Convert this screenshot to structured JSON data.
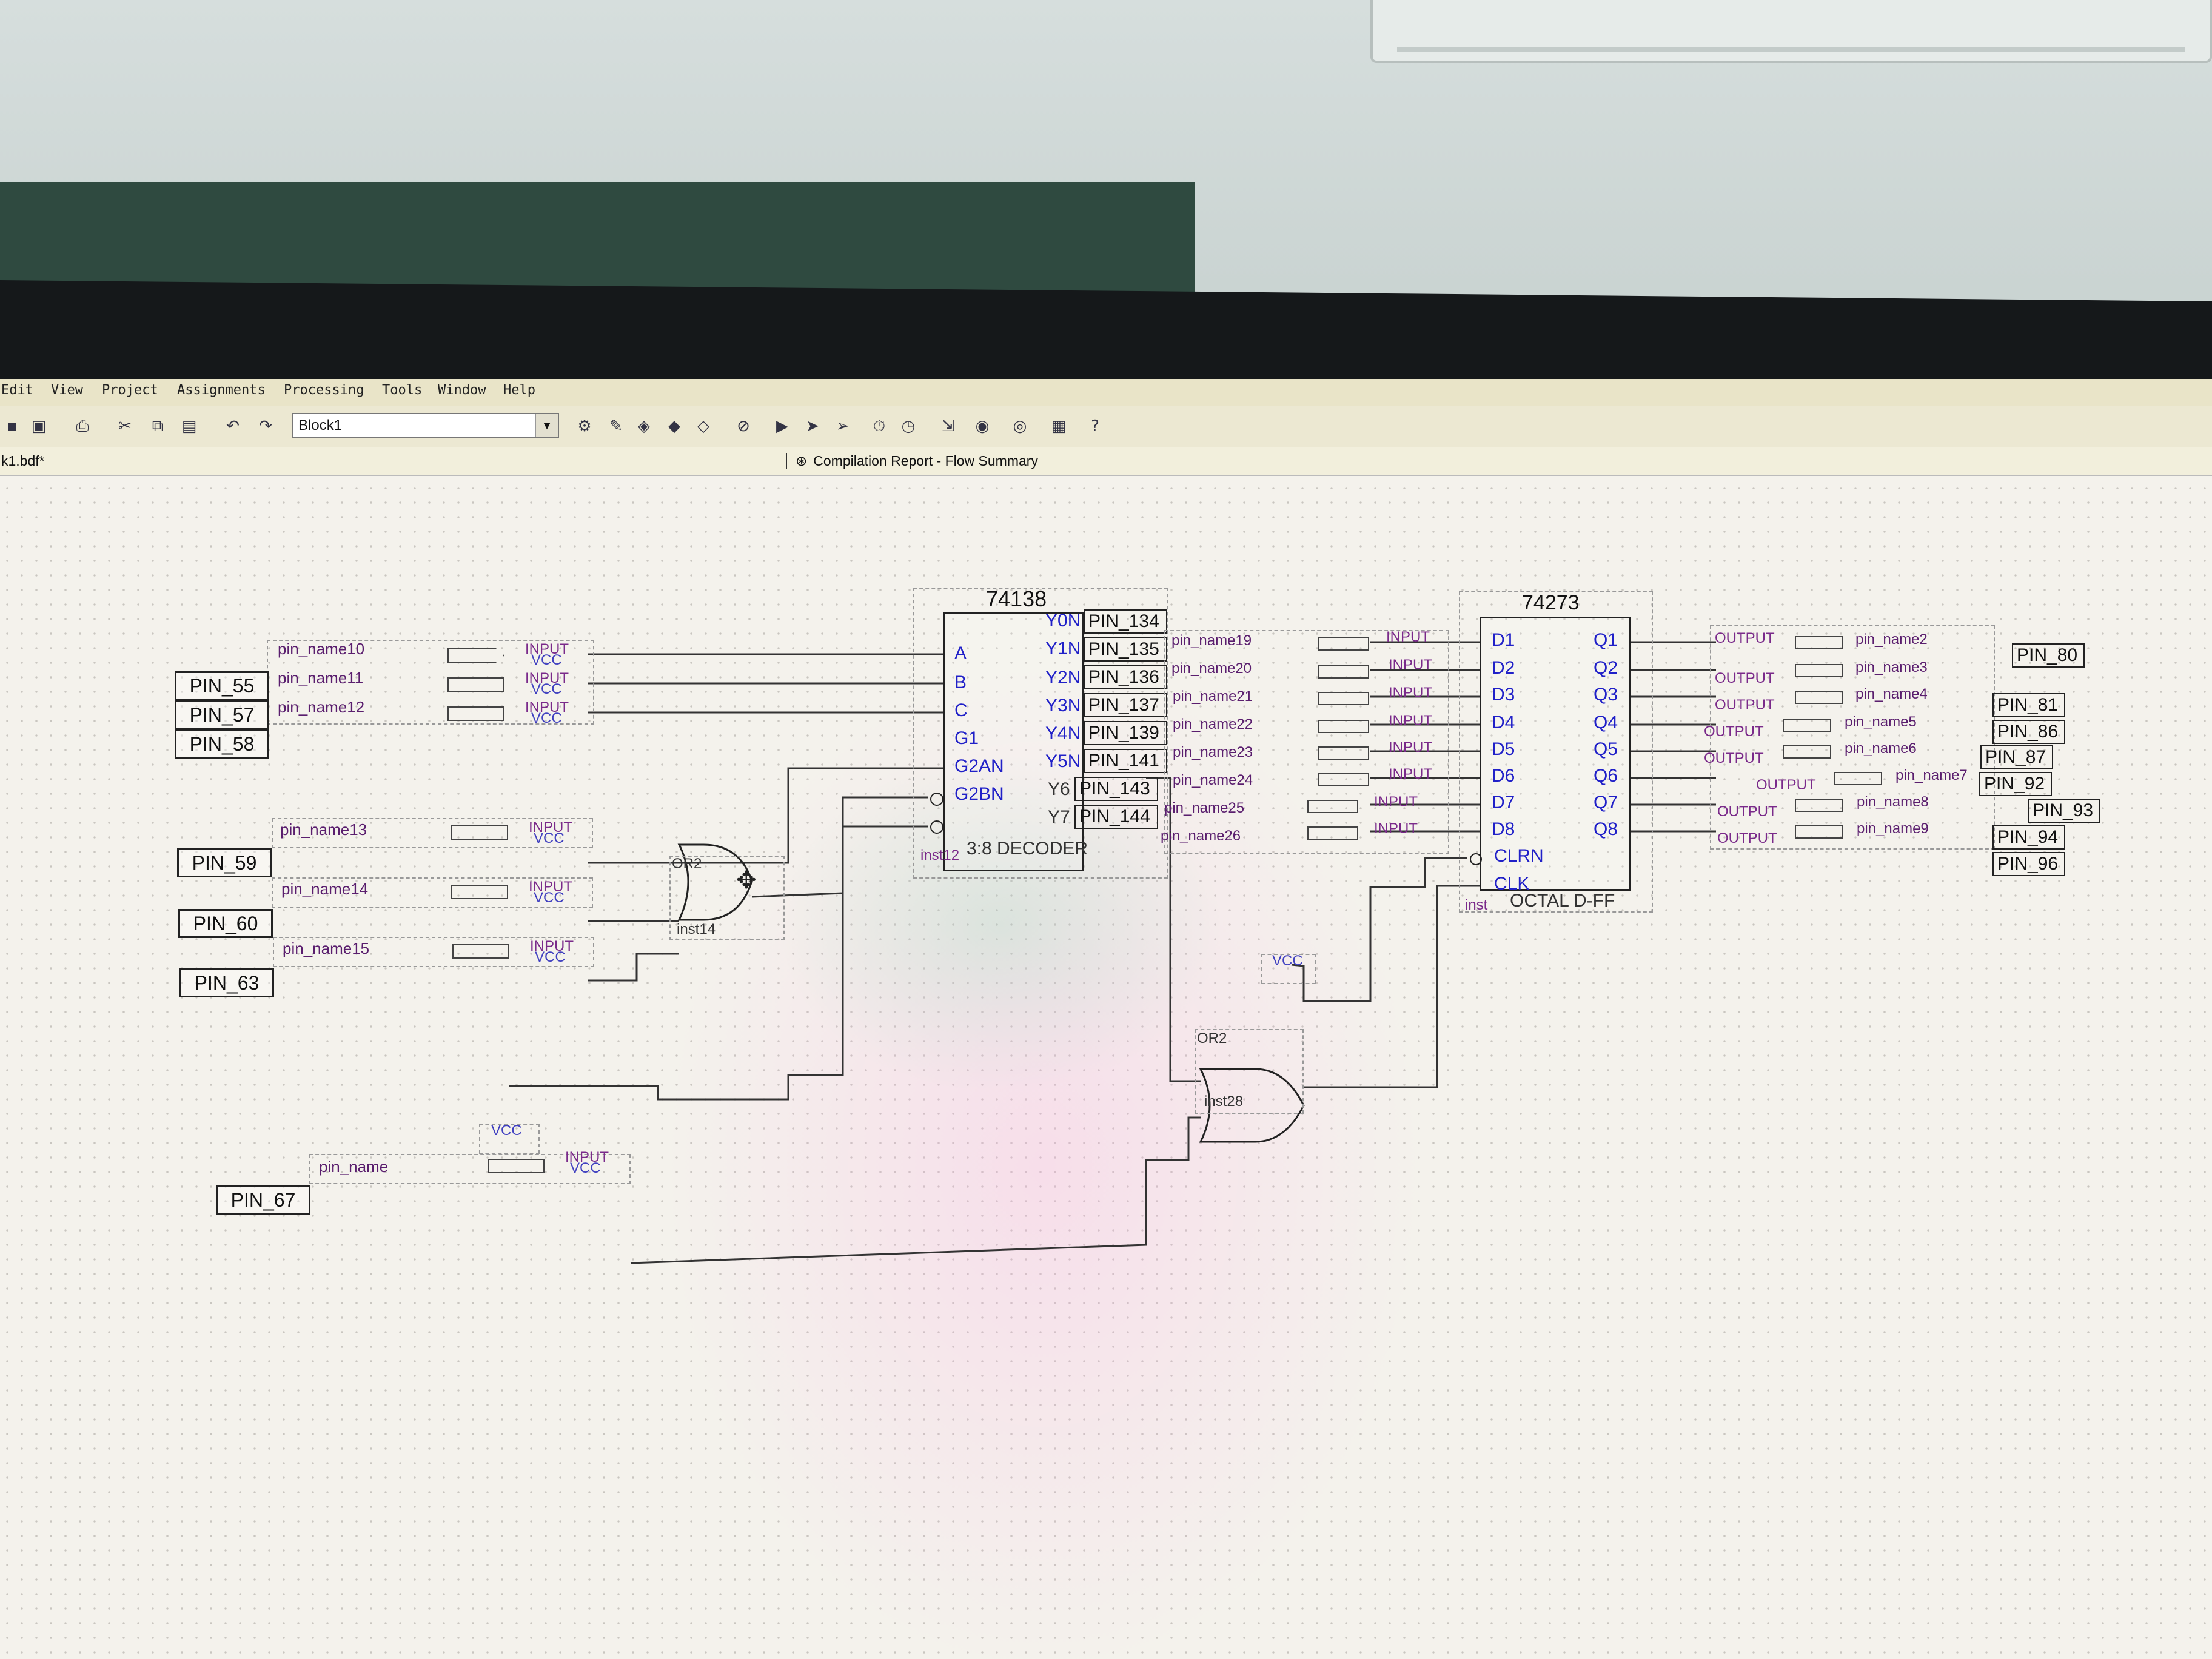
{
  "menubar": {
    "items": [
      "Edit",
      "View",
      "Project",
      "Assignments",
      "Processing",
      "Tools",
      "Window",
      "Help"
    ]
  },
  "toolbar": {
    "combo_value": "Block1",
    "icons": [
      "save-icon",
      "save-all-icon",
      "print-icon",
      "cut-icon",
      "copy-icon",
      "paste-icon",
      "undo-icon",
      "redo-icon",
      "pin-planner-icon",
      "edit-icon",
      "settings-icon",
      "chip-icon",
      "compile-icon",
      "stop-icon",
      "start-compile-icon",
      "analyze-icon",
      "fitter-icon",
      "timing-icon",
      "tool-icon",
      "sim-icon",
      "waveform-icon",
      "programmer-icon",
      "rtl-icon",
      "help-icon"
    ]
  },
  "tabs": {
    "left": "k1.bdf*",
    "right": "Compilation Report - Flow Summary"
  },
  "schematic": {
    "decoder": {
      "title": "74138",
      "inputs": [
        "A",
        "B",
        "C",
        "G1",
        "G2AN",
        "G2BN"
      ],
      "outputs": [
        "Y0N",
        "Y1N",
        "Y2N",
        "Y3N",
        "Y4N",
        "Y5N",
        "Y6",
        "Y7"
      ],
      "out_pins": [
        "PIN_134",
        "PIN_135",
        "PIN_136",
        "PIN_137",
        "PIN_139",
        "PIN_141",
        "PIN_143",
        "PIN_144"
      ],
      "inst": "inst12",
      "desc": "3:8 DECODER"
    },
    "dff": {
      "title": "74273",
      "d_ports": [
        "D1",
        "D2",
        "D3",
        "D4",
        "D5",
        "D6",
        "D7",
        "D8"
      ],
      "q_ports": [
        "Q1",
        "Q2",
        "Q3",
        "Q4",
        "Q5",
        "Q6",
        "Q7",
        "Q8"
      ],
      "clrn": "CLRN",
      "clk": "CLK",
      "inst": "inst",
      "desc": "OCTAL D-FF"
    },
    "left_inputs": [
      {
        "name": "pin_name10",
        "pin": ""
      },
      {
        "name": "pin_name11",
        "pin": "PIN_55"
      },
      {
        "name": "pin_name12",
        "pin": "PIN_57"
      },
      {
        "name": "",
        "pin": "PIN_58"
      },
      {
        "name": "pin_name13",
        "pin": "PIN_59"
      },
      {
        "name": "pin_name14",
        "pin": "PIN_60"
      },
      {
        "name": "pin_name15",
        "pin": "PIN_63"
      },
      {
        "name": "pin_name",
        "pin": "PIN_67"
      }
    ],
    "mid_inputs": [
      "pin_name19",
      "pin_name20",
      "pin_name21",
      "pin_name22",
      "pin_name23",
      "pin_name24",
      "pin_name25",
      "pin_name26"
    ],
    "outputs": [
      {
        "name": "pin_name2",
        "pin": "PIN_80"
      },
      {
        "name": "pin_name3",
        "pin": "PIN_81"
      },
      {
        "name": "pin_name4",
        "pin": "PIN_86"
      },
      {
        "name": "pin_name5",
        "pin": "PIN_87"
      },
      {
        "name": "pin_name6",
        "pin": "PIN_92"
      },
      {
        "name": "pin_name7",
        "pin": "PIN_93"
      },
      {
        "name": "pin_name8",
        "pin": "PIN_94"
      },
      {
        "name": "pin_name9",
        "pin": "PIN_96"
      }
    ],
    "input_tag": "INPUT",
    "vcc_tag": "VCC",
    "output_tag": "OUTPUT",
    "or_gate_1": {
      "type": "OR2",
      "inst": "inst14"
    },
    "or_gate_2": {
      "type": "OR2",
      "inst": "inst28"
    },
    "vcc_label": "VCC"
  }
}
